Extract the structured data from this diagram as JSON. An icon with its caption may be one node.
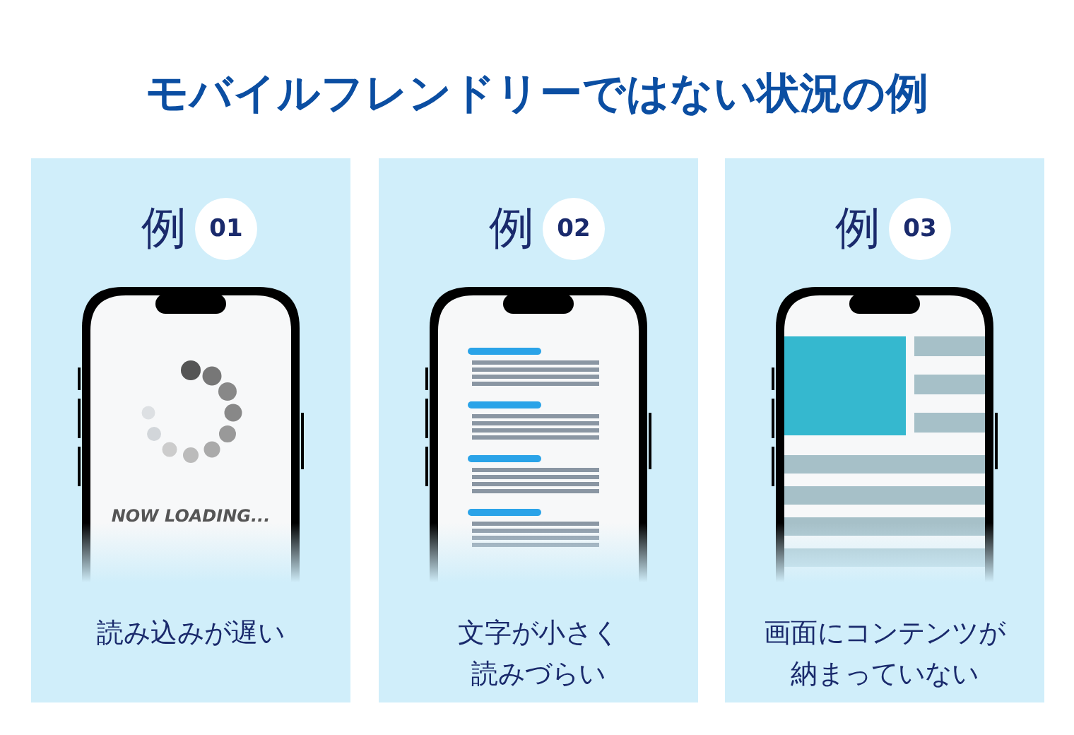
{
  "diagram": {
    "title": "モバイルフレンドリーではない状況の例",
    "nodes": [
      {
        "text": [
          "例",
          "読み込みが遅い"
        ]
      },
      {
        "text": [
          "01"
        ],
        "in": 0
      },
      {
        "text": [],
        "shape": "picture",
        "in": 0
      },
      {
        "text": [
          "例",
          "文字が小さく読みづらい"
        ]
      },
      {
        "text": [
          "02"
        ],
        "in": 3
      },
      {
        "text": [],
        "shape": "picture",
        "in": 3
      },
      {
        "text": [
          "例",
          "画面にコンテンツが納まっていない"
        ]
      },
      {
        "text": [
          "03"
        ],
        "in": 6
      },
      {
        "text": [],
        "shape": "picture",
        "in": 6
      }
    ],
    "edges": [],
    "labels": [
      "NOW LOADING..."
    ]
  }
}
